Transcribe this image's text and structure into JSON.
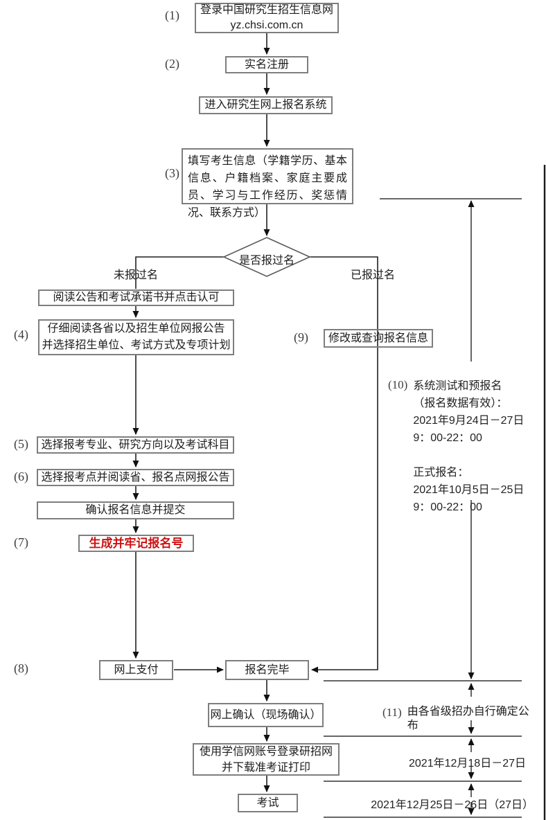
{
  "flow": {
    "step1": {
      "num": "(1)",
      "label": "登录中国研究生招生信息网\nyz.chsi.com.cn"
    },
    "step2": {
      "num": "(2)",
      "label": "实名注册"
    },
    "enter_system": {
      "label": "进入研究生网上报名系统"
    },
    "step3": {
      "num": "(3)",
      "label": "填写考生信息（学籍学历、基本信息、户籍档案、家庭主要成员、学习与工作经历、奖惩情况、联系方式）"
    },
    "decision": {
      "label": "是否报过名",
      "no_branch": "未报过名",
      "yes_branch": "已报过名"
    },
    "read_notice": {
      "label": "阅读公告和考试承诺书并点击认可"
    },
    "step4": {
      "num": "(4)",
      "label": "仔细阅读各省以及招生单位网报公告\n并选择招生单位、考试方式及专项计划"
    },
    "step9": {
      "num": "(9)",
      "label": "修改或查询报名信息"
    },
    "step5": {
      "num": "(5)",
      "label": "选择报考专业、研究方向以及考试科目"
    },
    "step6": {
      "num": "(6)",
      "label": "选择报考点并阅读省、报名点网报公告"
    },
    "confirm_submit": {
      "label": "确认报名信息并提交"
    },
    "step7": {
      "num": "(7)",
      "label": "生成并牢记报名号"
    },
    "step8": {
      "num": "(8)",
      "pay_label": "网上支付",
      "done_label": "报名完毕"
    },
    "online_confirm": {
      "label": "网上确认（现场确认）"
    },
    "download_ticket": {
      "label": "使用学信网账号登录研招网\n并下载准考证打印"
    },
    "exam": {
      "label": "考试"
    }
  },
  "annotations": {
    "step10": {
      "num": "(10)",
      "text": "系统测试和预报名\n（报名数据有效）：\n2021年9月24日－27日\n9：00-22：00\n\n正式报名：\n2021年10月5日－25日\n9：00-22：00"
    },
    "step11": {
      "num": "(11)",
      "text": "由各省级招办自行确定公布"
    },
    "confirm_dates": "2021年12月18日－27日",
    "exam_dates": "2021年12月25日－26日（27日）"
  },
  "colors": {
    "highlight_red": "#cc1111",
    "box_border": "#7e7e7e",
    "line": "#1f1f1f"
  }
}
